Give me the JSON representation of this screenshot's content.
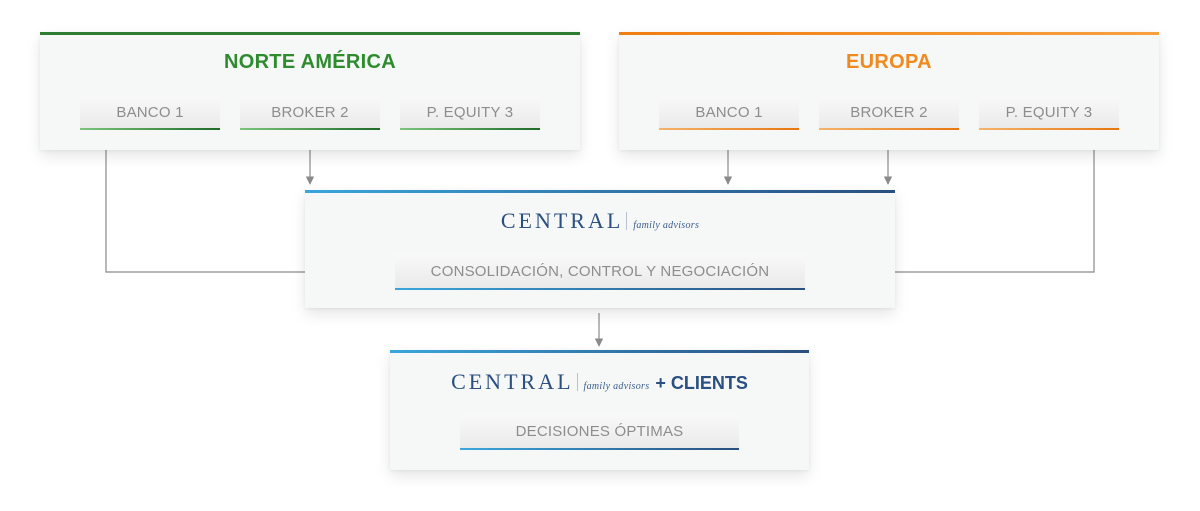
{
  "colors": {
    "north_america": "#2e8b2e",
    "europe": "#f08a1e",
    "central": "#2a5e9a",
    "connector": "#8a8a8a"
  },
  "north_america": {
    "title": "NORTE AMÉRICA",
    "entities": [
      "BANCO 1",
      "BROKER 2",
      "P. EQUITY 3"
    ]
  },
  "europe": {
    "title": "EUROPA",
    "entities": [
      "BANCO 1",
      "BROKER 2",
      "P. EQUITY 3"
    ]
  },
  "central": {
    "brand_name": "CENTRAL",
    "brand_tagline": "family advisors",
    "process_label": "CONSOLIDACIÓN, CONTROL Y NEGOCIACIÓN"
  },
  "output": {
    "brand_name": "CENTRAL",
    "brand_tagline": "family advisors",
    "brand_suffix": "+ CLIENTS",
    "result_label": "DECISIONES ÓPTIMAS"
  }
}
